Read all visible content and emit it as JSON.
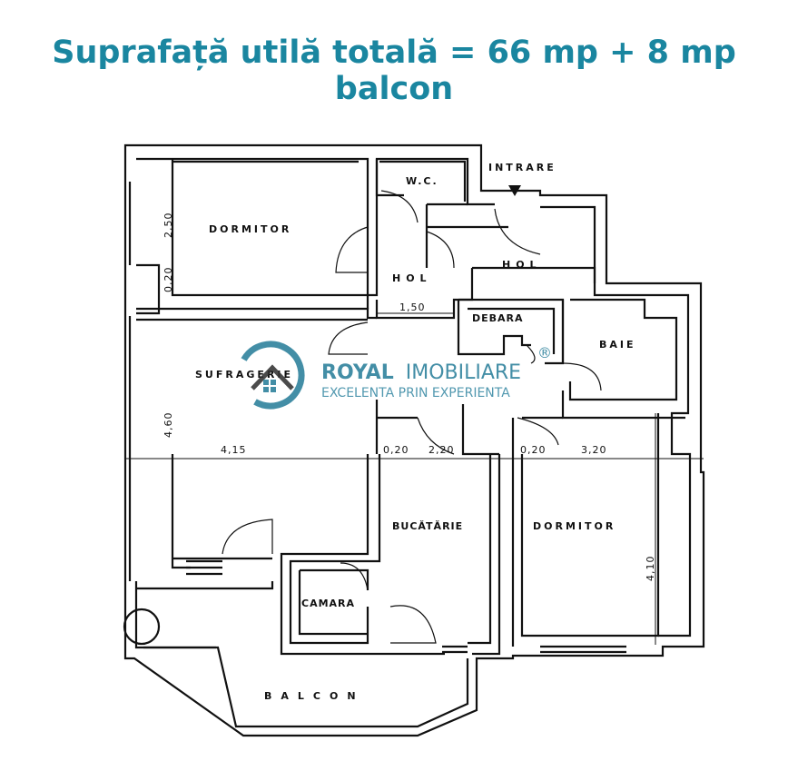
{
  "title": "Suprafață utilă totală = 66 mp + 8 mp balcon",
  "rooms": {
    "dormitor_1": "DORMITOR",
    "wc": "W.C.",
    "intrare": "INTRARE",
    "hol_1": "HOL",
    "hol_2": "HOL",
    "debara": "DEBARA",
    "baie": "BAIE",
    "sufragerie": "SUFRAGERIE",
    "bucatarie": "BUCĂTĂRIE",
    "dormitor_2": "DORMITOR",
    "camara": "CAMARA",
    "balcon": "BALCON"
  },
  "dimensions": {
    "d_2_50": "2,50",
    "d_0_20_left": "0,20",
    "d_4_60": "4,60",
    "d_1_50": "1,50",
    "d_4_15": "4,15",
    "d_0_20_a": "0,20",
    "d_2_20": "2,20",
    "d_0_20_b": "0,20",
    "d_3_20": "3,20",
    "d_4_10": "4,10"
  },
  "watermark": {
    "brand_bold": "ROYAL",
    "brand_light": "IMOBILIARE",
    "registered": "®",
    "tagline": "EXCELENTA PRIN EXPERIENTA"
  },
  "colors": {
    "title": "#1a86a0",
    "walls": "#111111",
    "watermark": "#2a7f9a"
  }
}
